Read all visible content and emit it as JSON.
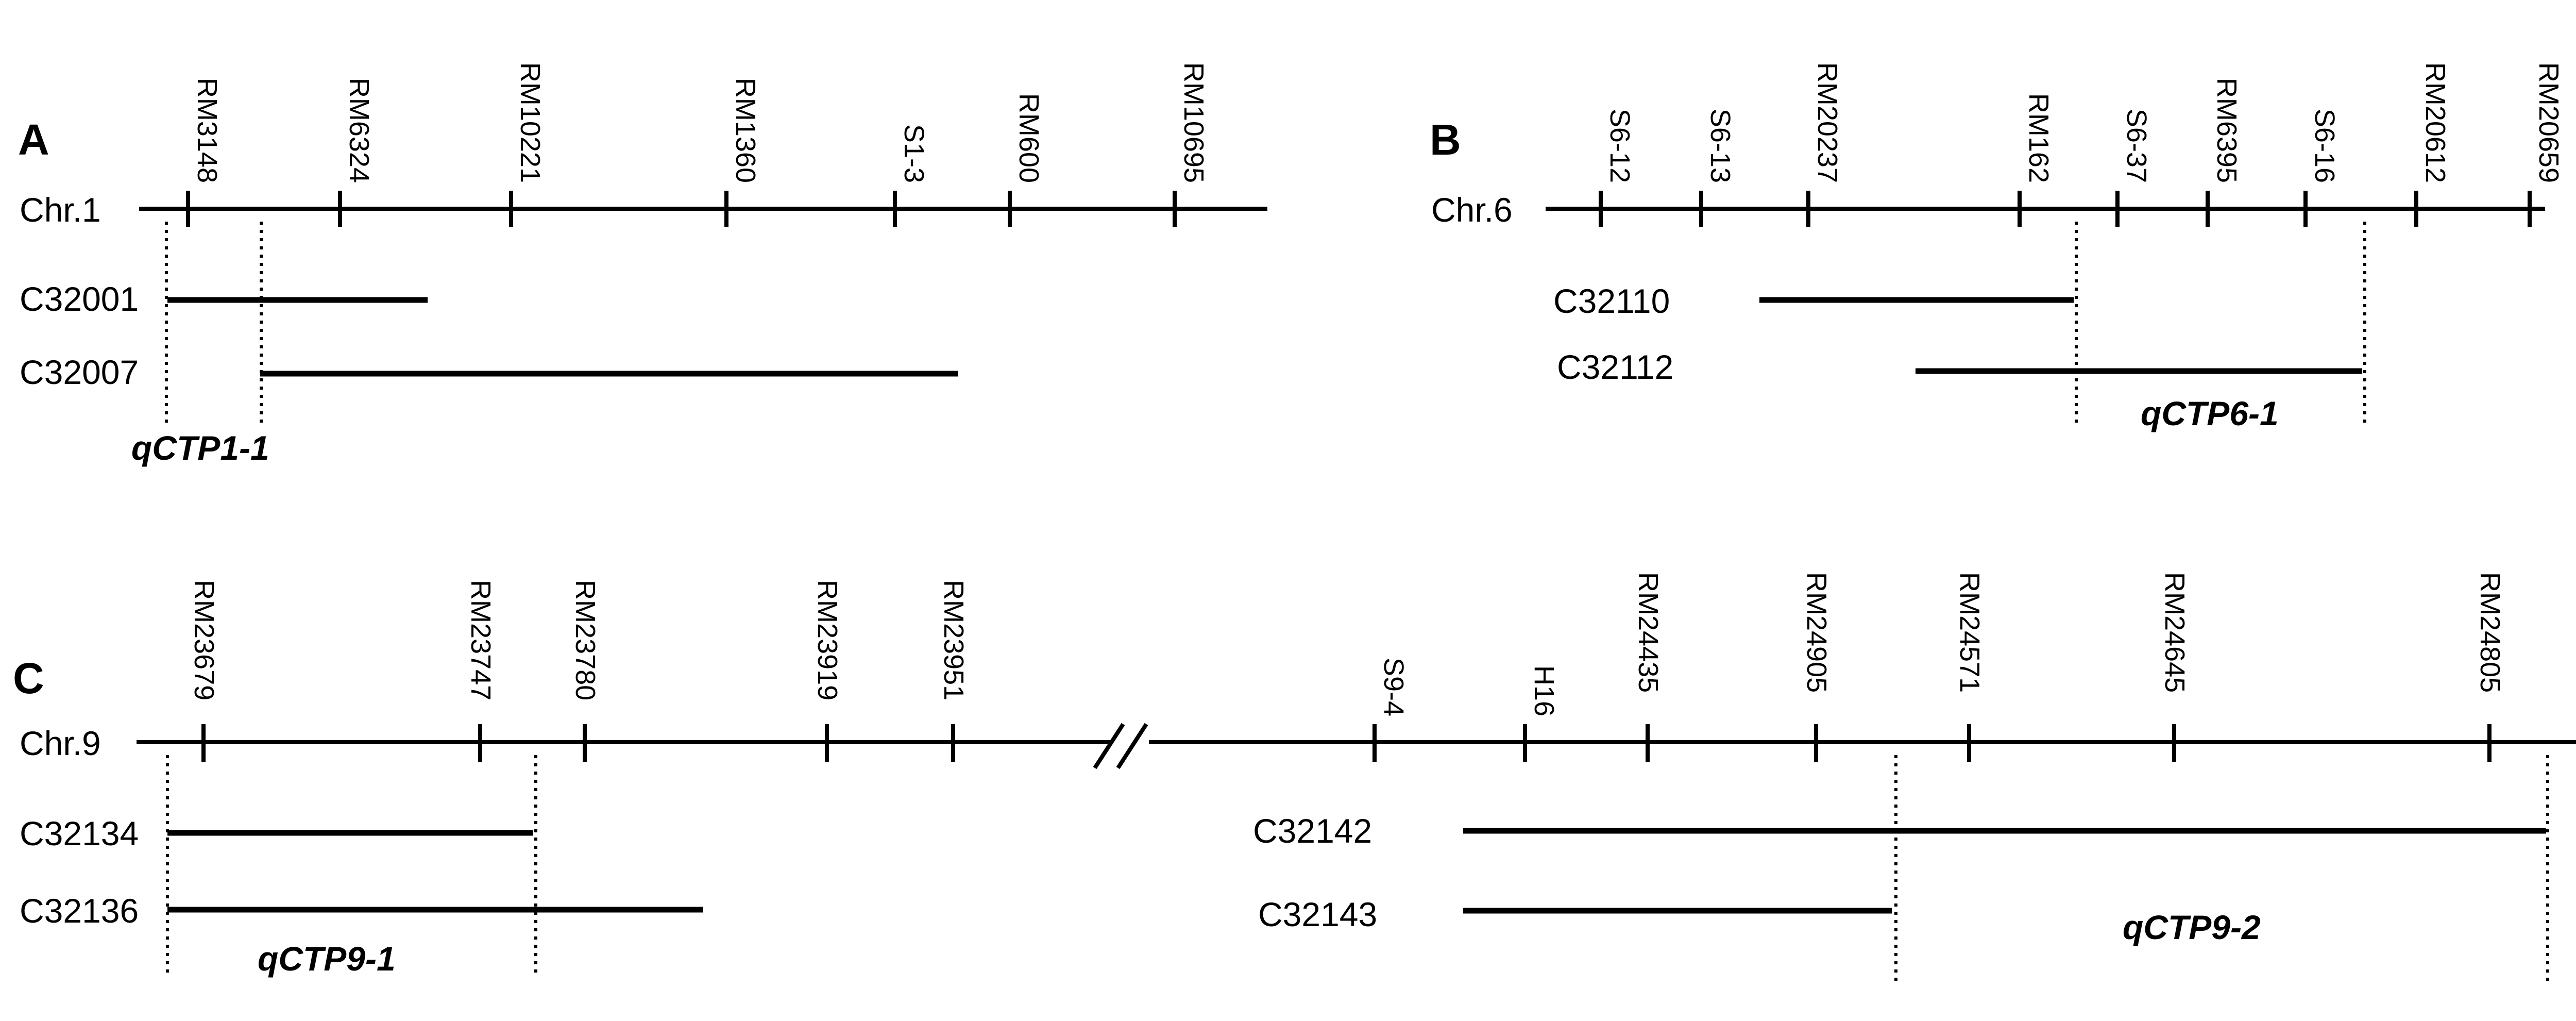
{
  "panels": {
    "A": {
      "letter": "A",
      "chromosome": "Chr.1",
      "markers": [
        "RM3148",
        "RM6324",
        "RM10221",
        "RM1360",
        "S1-3",
        "RM600",
        "RM10695"
      ],
      "lines": [
        "C32001",
        "C32007"
      ],
      "qtl": "qCTP1-1"
    },
    "B": {
      "letter": "B",
      "chromosome": "Chr.6",
      "markers": [
        "S6-12",
        "S6-13",
        "RM20237",
        "RM162",
        "S6-37",
        "RM6395",
        "S6-16",
        "RM20612",
        "RM20659"
      ],
      "lines": [
        "C32110",
        "C32112"
      ],
      "qtl": "qCTP6-1"
    },
    "C": {
      "letter": "C",
      "chromosome": "Chr.9",
      "markers": [
        "RM23679",
        "RM23747",
        "RM23780",
        "RM23919",
        "RM23951",
        "S9-4",
        "H16",
        "RM24435",
        "RM24905",
        "RM24571",
        "RM24645",
        "RM24805"
      ],
      "lines": [
        "C32134",
        "C32136",
        "C32142",
        "C32143"
      ],
      "qtl": [
        "qCTP9-1",
        "qCTP9-2"
      ]
    }
  }
}
